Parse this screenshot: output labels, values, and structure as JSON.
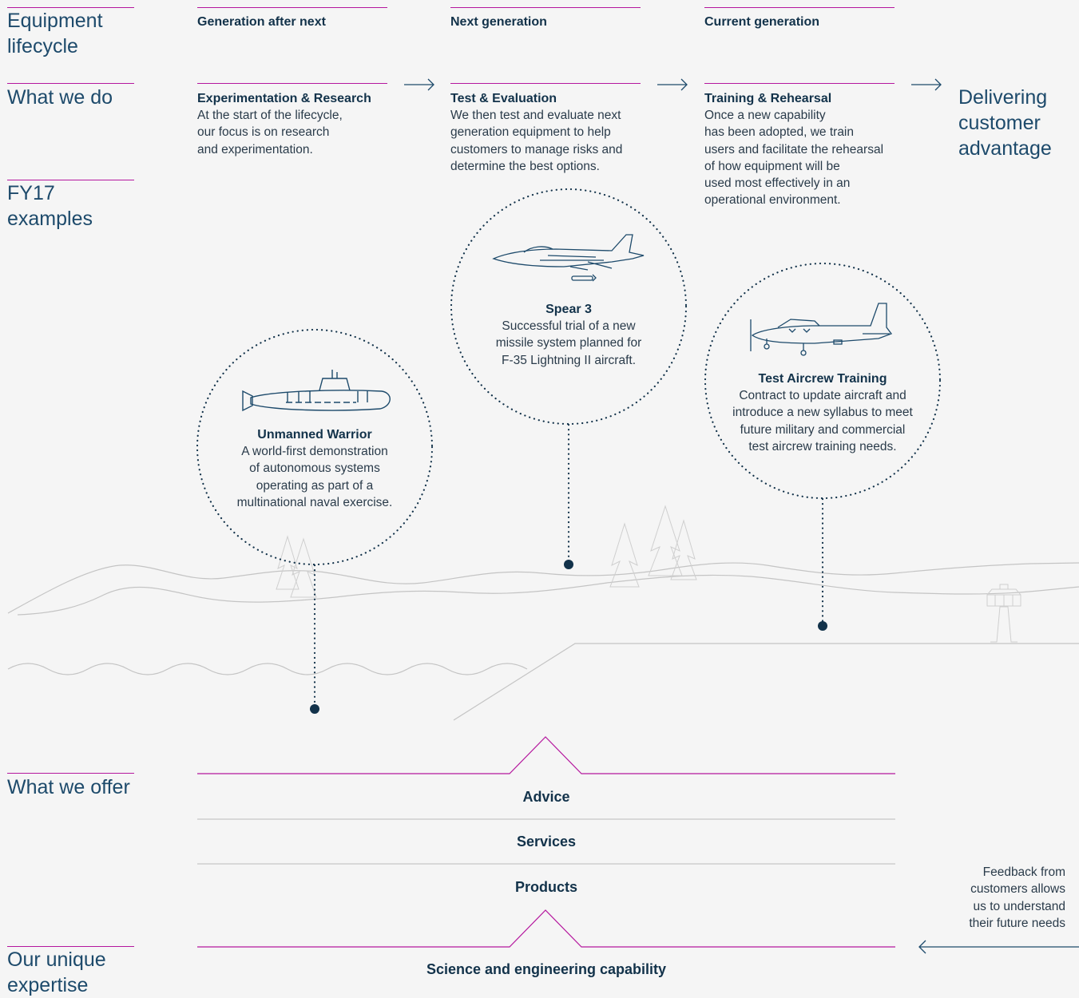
{
  "labels": {
    "lifecycle": "Equipment\nlifecycle",
    "what_we_do": "What we do",
    "examples": "FY17\nexamples",
    "what_we_offer": "What we offer",
    "expertise": "Our unique\nexpertise"
  },
  "generations": [
    "Generation after next",
    "Next generation",
    "Current generation"
  ],
  "stages": [
    {
      "title": "Experimentation & Research",
      "body": "At the start of the lifecycle,\nour focus is on research\nand experimentation."
    },
    {
      "title": "Test & Evaluation",
      "body": "We then test and evaluate next\ngeneration equipment to help\ncustomers to manage risks and\ndetermine the best options."
    },
    {
      "title": "Training & Rehearsal",
      "body": "Once a new capability\nhas been adopted, we train\nusers and facilitate the rehearsal\nof how equipment will be\nused most effectively in an\noperational environment."
    }
  ],
  "outcome": "Delivering\ncustomer\nadvantage",
  "examples": [
    {
      "title": "Unmanned Warrior",
      "body": "A world-first demonstration\nof autonomous systems\noperating as part of a\nmultinational naval exercise.",
      "icon": "submarine-icon"
    },
    {
      "title": "Spear 3",
      "body": "Successful trial of a new\nmissile system planned for\nF-35 Lightning II aircraft.",
      "icon": "fighter-jet-icon"
    },
    {
      "title": "Test Aircrew Training",
      "body": "Contract to update aircraft and\nintroduce a new syllabus to meet\nfuture military and commercial\ntest aircrew training needs.",
      "icon": "propeller-aircraft-icon"
    }
  ],
  "offers": [
    "Advice",
    "Services",
    "Products"
  ],
  "capability": "Science and engineering capability",
  "feedback": "Feedback from\ncustomers allows\nus to understand\ntheir future needs",
  "colors": {
    "accent": "#b5179e",
    "text": "#12324a",
    "line": "#c8c8c8",
    "dot": "#12324a"
  }
}
